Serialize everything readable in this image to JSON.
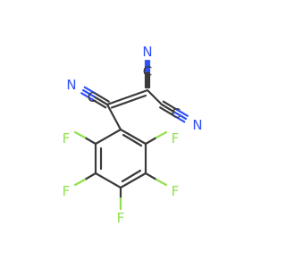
{
  "molecule": {
    "atoms": [
      {
        "symbol": "N",
        "color": "#3050F8"
      },
      {
        "symbol": "C",
        "color": "#3a3a3a"
      },
      {
        "symbol": "N",
        "color": "#3050F8"
      },
      {
        "symbol": "C",
        "color": "#3a3a3a"
      },
      {
        "symbol": "N",
        "color": "#3050F8"
      },
      {
        "symbol": "C",
        "color": "#3a3a3a"
      },
      {
        "symbol": "F",
        "color": "#90E050"
      },
      {
        "symbol": "F",
        "color": "#90E050"
      },
      {
        "symbol": "F",
        "color": "#90E050"
      },
      {
        "symbol": "F",
        "color": "#90E050"
      },
      {
        "symbol": "F",
        "color": "#90E050"
      }
    ]
  }
}
